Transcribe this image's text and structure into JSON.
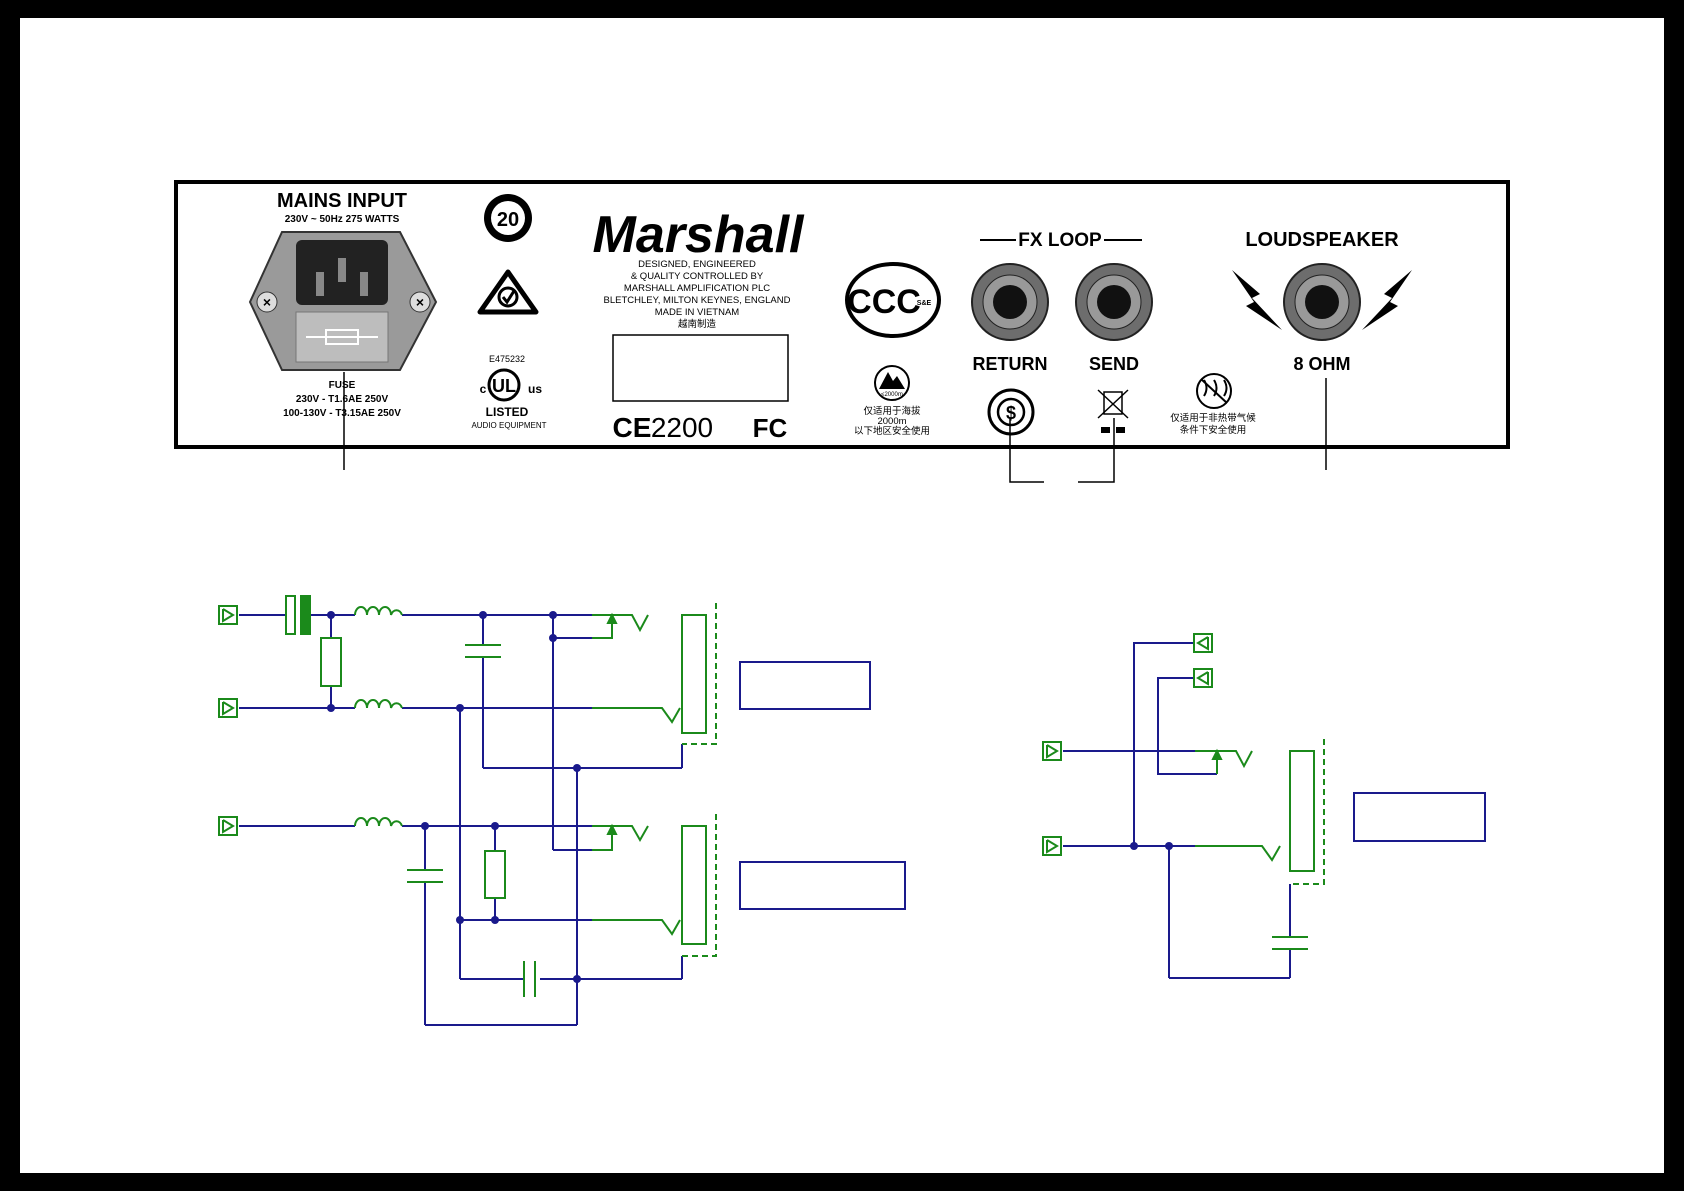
{
  "panel": {
    "mains_title": "MAINS INPUT",
    "mains_rating": "230V ~ 50Hz 275 WATTS",
    "fuse_title": "FUSE",
    "fuse_line1": "230V - T1.6AE 250V",
    "fuse_line2": "100-130V - T3.15AE 250V",
    "rohs_badge": "20",
    "ul_code": "E475232",
    "ul_listed": "LISTED",
    "ul_sub": "AUDIO EQUIPMENT",
    "brand": "Marshall",
    "made_lines": [
      "DESIGNED, ENGINEERED",
      "& QUALITY CONTROLLED BY",
      "MARSHALL AMPLIFICATION PLC",
      "BLETCHLEY, MILTON KEYNES, ENGLAND",
      "MADE IN VIETNAM",
      "越南制造"
    ],
    "ce_mark": "CE",
    "ce_number": "2200",
    "fcc_mark": "FC",
    "ccc_mark": "CCC",
    "ccc_sub": "S&E",
    "altitude_badge": "≤2000m",
    "altitude_lines": [
      "仅适用于海拔",
      "2000m",
      "以下地区安全使用"
    ],
    "tropical_lines": [
      "仅适用于非热带气候",
      "条件下安全使用"
    ],
    "fx_loop_title": "FX LOOP",
    "return_label": "RETURN",
    "send_label": "SEND",
    "loudspeaker_title": "LOUDSPEAKER",
    "ohm_label": "8 OHM"
  },
  "colors": {
    "wire": "#1a1a8c",
    "component": "#1b8a1b",
    "panel_border": "#000000",
    "background": "#ffffff",
    "frame": "#000000"
  }
}
